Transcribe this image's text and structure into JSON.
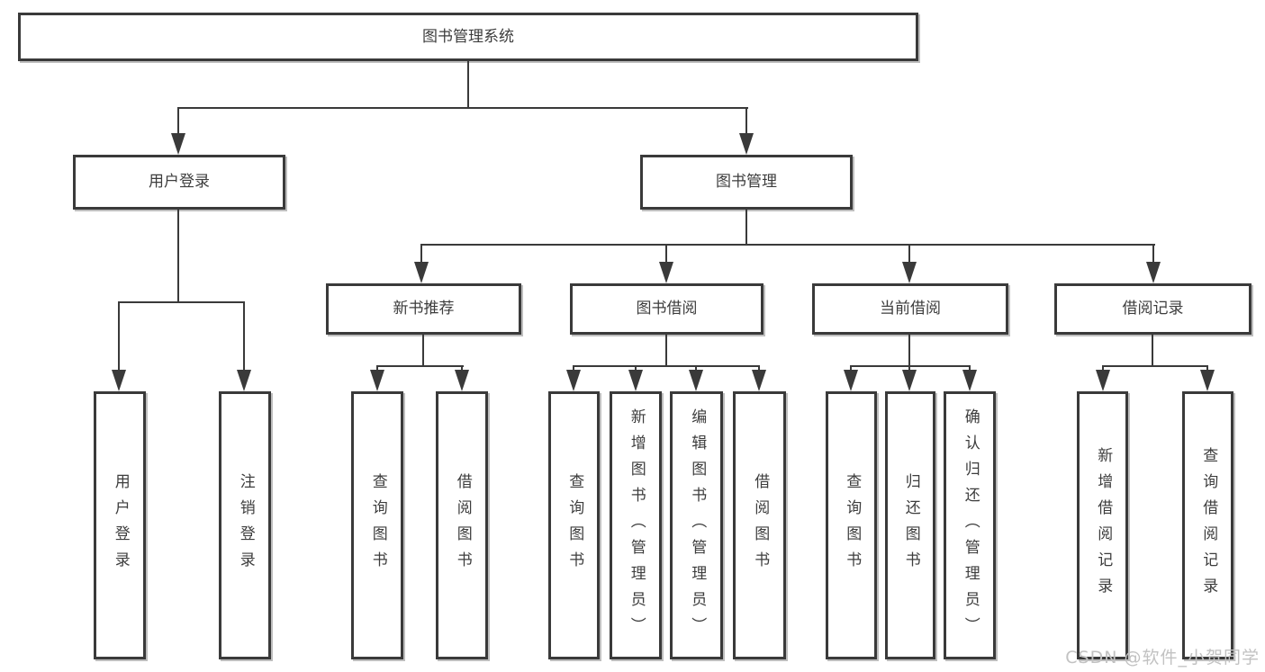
{
  "diagram": {
    "root": {
      "label": "图书管理系统"
    },
    "level2": [
      {
        "id": "user-login",
        "label": "用户登录"
      },
      {
        "id": "book-management",
        "label": "图书管理"
      }
    ],
    "level3": [
      {
        "id": "new-book-recommendation",
        "label": "新书推荐"
      },
      {
        "id": "book-borrowing",
        "label": "图书借阅"
      },
      {
        "id": "current-borrowing",
        "label": "当前借阅"
      },
      {
        "id": "borrowing-records",
        "label": "借阅记录"
      }
    ],
    "level4": {
      "user_login": [
        "用户登录",
        "注销登录"
      ],
      "new_book_recommendation": [
        "查询图书",
        "借阅图书"
      ],
      "book_borrowing": [
        "查询图书",
        "新增图书（管理员）",
        "编辑图书（管理员）",
        "借阅图书"
      ],
      "current_borrowing": [
        "查询图书",
        "归还图书",
        "确认归还（管理员）"
      ],
      "borrowing_records": [
        "新增借阅记录",
        "查询借阅记录"
      ]
    }
  },
  "watermark": {
    "text": "CSDN @软件_小贺同学"
  },
  "colors": {
    "line": "#3a3a3a",
    "box_border": "#3a3a3a",
    "text": "#3d3d3d",
    "background": "#ffffff",
    "watermark": "#c2c2c2"
  }
}
